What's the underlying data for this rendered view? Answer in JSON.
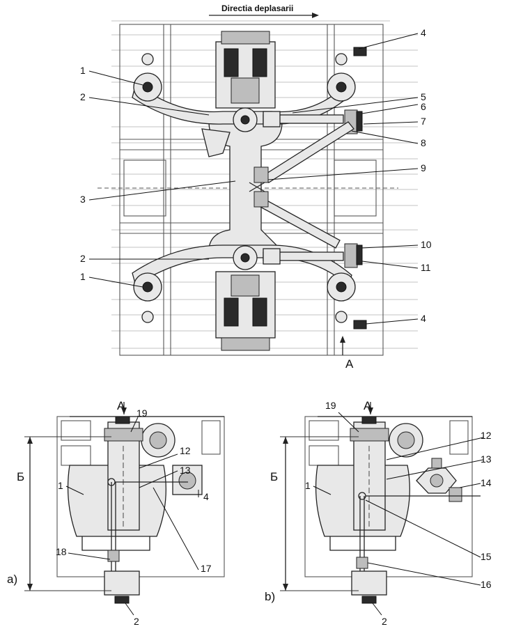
{
  "top_view": {
    "title": "Directia deplasarii",
    "view_mark": "A",
    "callouts": [
      "1",
      "2",
      "3",
      "4",
      "5",
      "6",
      "7",
      "8",
      "9",
      "10",
      "11",
      "2",
      "1",
      "4"
    ]
  },
  "view_a": {
    "panel_label": "a)",
    "view_mark": "A",
    "dim_label": "Б",
    "callouts": [
      "19",
      "12",
      "13",
      "1",
      "4",
      "18",
      "17",
      "2"
    ]
  },
  "view_b": {
    "panel_label": "b)",
    "view_mark": "A",
    "dim_label": "Б",
    "callouts": [
      "19",
      "12",
      "13",
      "14",
      "1",
      "15",
      "16",
      "2"
    ]
  }
}
